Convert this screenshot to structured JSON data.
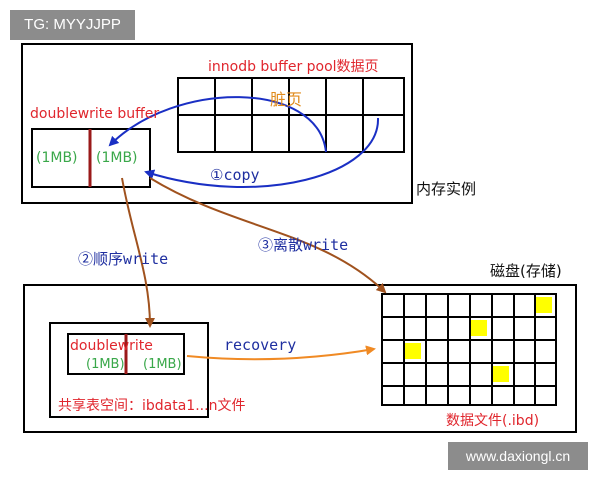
{
  "badge": "TG: MYYJJPP",
  "watermark": "www.daxiongl.cn",
  "memory": {
    "title": "内存实例",
    "buffer_pool_label": "innodb buffer pool数据页",
    "dirty_label": "脏页",
    "doublewrite_label": "doublewrite buffer",
    "chunk1": "(1MB)",
    "chunk2": "(1MB)"
  },
  "steps": {
    "copy": "①copy",
    "seq_write": "②顺序write",
    "scatter_write": "③离散write",
    "recovery": "recovery"
  },
  "disk": {
    "title": "磁盘(存储)",
    "shared_doublewrite_label": "doublewrite",
    "chunk1": "(1MB)",
    "chunk2": "(1MB)",
    "shared_tablespace": "共享表空间：ibdata1...n文件",
    "data_file": "数据文件(.ibd)"
  },
  "colors": {
    "red": "#e0262d",
    "green": "#3aa84a",
    "orange": "#e08a1a",
    "blue": "#1f2fa0",
    "arrow_blue": "#1a2fc4",
    "arrow_brown": "#a0521e",
    "arrow_orange": "#f08a24",
    "yellow": "#ffff00",
    "dark_red": "#9a1a1a"
  }
}
